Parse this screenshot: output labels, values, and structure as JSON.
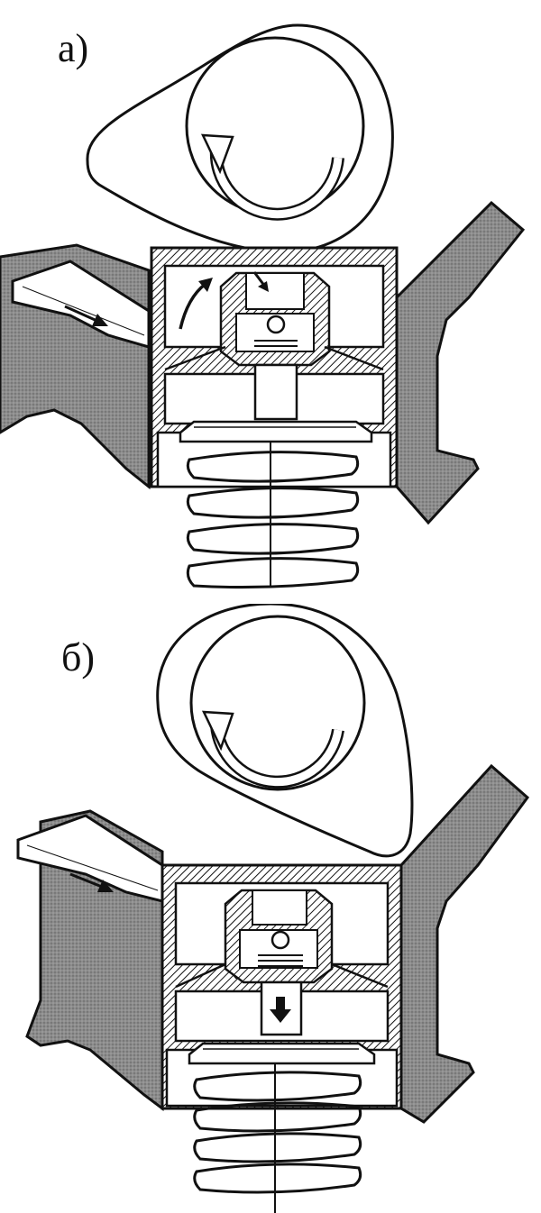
{
  "panels": [
    {
      "id": "a",
      "label": "а)"
    },
    {
      "id": "b",
      "label": "б)"
    }
  ],
  "colors": {
    "ink": "#111111",
    "head_fill": "#8c8c8c",
    "background": "#ffffff"
  },
  "icons": {
    "rotation": "rotation-arrow-icon",
    "oil_flow": "oil-flow-arrow-icon",
    "push_down": "down-arrow-icon"
  }
}
